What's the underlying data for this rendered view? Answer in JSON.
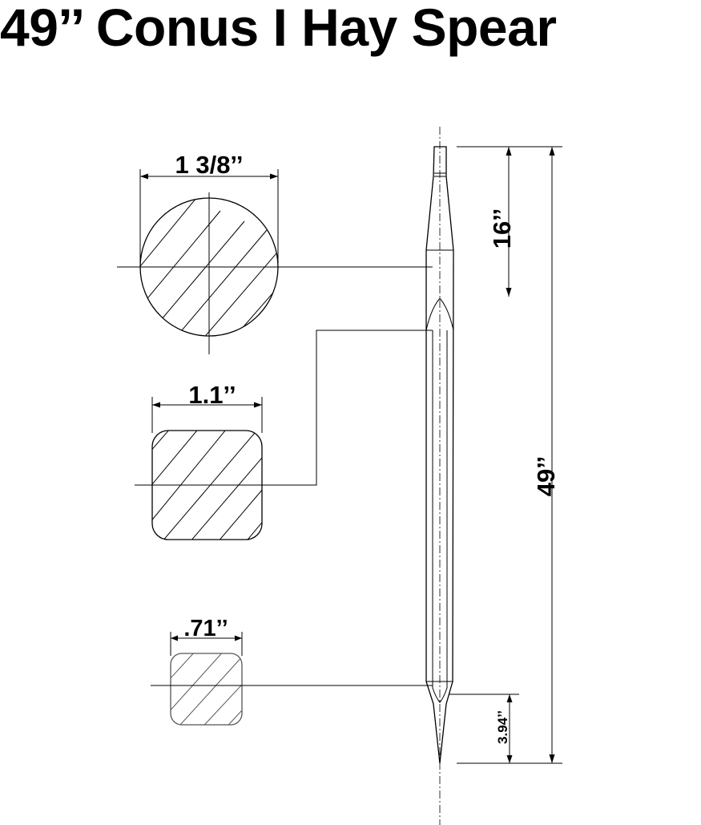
{
  "title": "49’’ Conus I Hay Spear",
  "dimensions": {
    "round_section": "1 3/8’’",
    "square_section": "1.1’’",
    "tip_section": ".71’’",
    "taper_length": "16’’",
    "overall_length": "49’’",
    "tip_length": "3.94’’"
  }
}
